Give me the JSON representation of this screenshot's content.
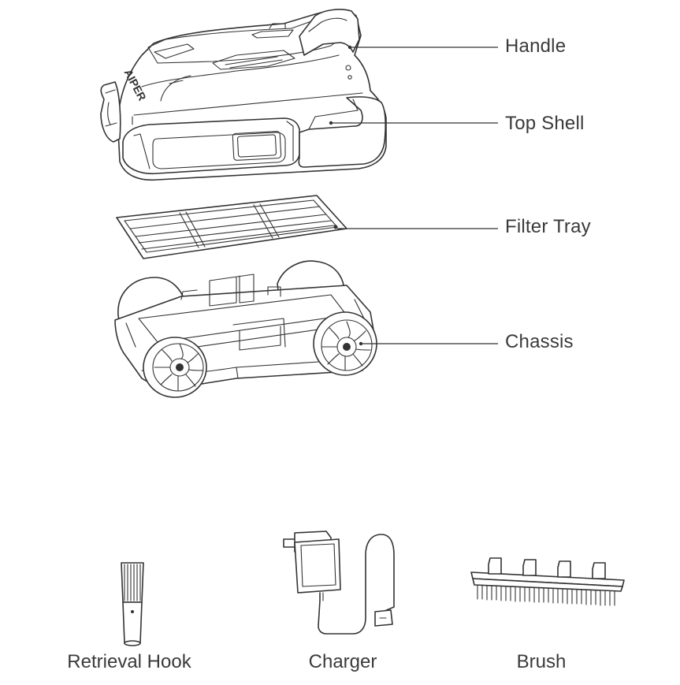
{
  "parts": {
    "handle": "Handle",
    "top_shell": "Top Shell",
    "filter_tray": "Filter Tray",
    "chassis": "Chassis"
  },
  "accessories": {
    "retrieval_hook": "Retrieval Hook",
    "charger": "Charger",
    "brush": "Brush"
  },
  "branding": {
    "shell_logo": "AIPER"
  }
}
